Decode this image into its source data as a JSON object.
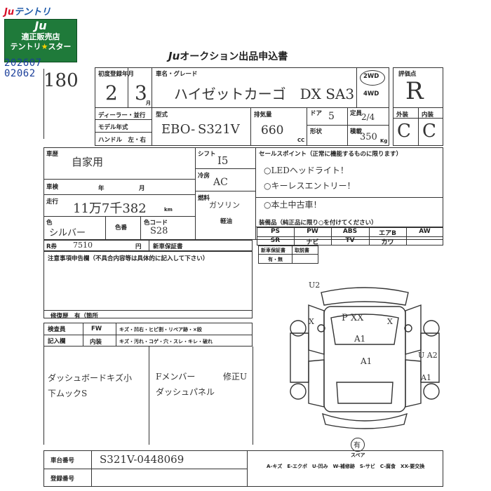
{
  "logo": {
    "top": "Juテントリ",
    "ju": "Ju",
    "line1": "適正販売店",
    "line2_a": "テントリ",
    "line2_star": "★",
    "line2_b": "スター"
  },
  "codes": [
    "202607",
    "02062"
  ],
  "title": {
    "ju": "Ju",
    "text": "オークション出品申込書"
  },
  "side_number": "180",
  "labels": {
    "first_reg": "初度登録年月",
    "model_grade": "車名・グレード",
    "dealer": "ディーラー・並行",
    "model_year": "モデル年式",
    "handle": "ハンドル　左・右",
    "type": "型式",
    "displacement": "排気量",
    "doors": "ドア",
    "capacity": "定員",
    "shape": "形状",
    "load": "積載",
    "wd2": "2WD",
    "wd4": "4WD",
    "score": "評価点",
    "exterior": "外装",
    "interior": "内装",
    "history": "車歴",
    "inspection": "車検",
    "mileage": "走行",
    "color": "色",
    "color_no": "色番",
    "color_code": "色コード",
    "shift": "シフト",
    "aircon": "冷房",
    "fuel": "燃料",
    "light_oil": "軽油",
    "sales_point": "セールスポイント（正常に機能するものに限ります）",
    "equipment": "装備品（純正品に限り○を付けてください）",
    "recycle": "R券",
    "yen": "円",
    "manual": "新車保証書",
    "manual2": "取説書",
    "notes": "注意事項申告欄（不具合内容等は具体的に記入して下さい）",
    "repair": "修復歴　有（箇所",
    "inspector": "検査員",
    "entry": "記入欄",
    "chassis": "車台番号",
    "reg_no": "登録番号",
    "yes_no": "有・無",
    "cc": "CC",
    "kg": "Kg",
    "km": "km",
    "month": "月",
    "year": "年",
    "jiyou": "自家用",
    "fw": "FW",
    "naisou": "内装",
    "fw_opts": "キズ・凹右・ヒビ割・リペア跡・×殴",
    "nai_opts": "キズ・汚れ・コゲ・穴・スレ・キレ・破れ",
    "spare": "スペア",
    "legend": "A-キズ　E-エクボ　U-凹み　W-補修跡　S-サビ　C-腐食　XX-要交換",
    "ebo": "EBO-"
  },
  "values": {
    "reg_year": "2",
    "reg_month": "3",
    "car_name": "ハイゼットカーゴ　DX SA3",
    "score": "R",
    "exterior": "C",
    "interior": "C",
    "model_code": "S321V",
    "displacement": "660",
    "doors": "5",
    "capacity": "2/4",
    "load": "350",
    "inspection_year": "年",
    "mileage": "11万7千382",
    "color": "シルバー",
    "color_code": "S28",
    "shift": "I5",
    "aircon": "AC",
    "fuel": "ガソリン",
    "recycle": "7510",
    "chassis": "S321V-0448069",
    "sales_points": [
      "○LEDヘッドライト！",
      "○キーレスエントリー！",
      "○本土中古車！"
    ],
    "equipment_row1": [
      "PS",
      "PW",
      "ABS",
      "エアB",
      "AW"
    ],
    "equipment_row2": [
      "SR",
      "ナビ",
      "TV",
      "カワ",
      ""
    ],
    "notes_hand1": "ダッシュボードキズ小",
    "notes_hand2": "下ムックS",
    "notes_hand3": "Fメンバー",
    "notes_hand4": "ダッシュパネル",
    "notes_hand5": "修正U",
    "diagram_marks": [
      "U2",
      "P XX",
      "A1",
      "A1",
      "U A2",
      "A1",
      "X",
      "X"
    ],
    "spare": "有"
  }
}
